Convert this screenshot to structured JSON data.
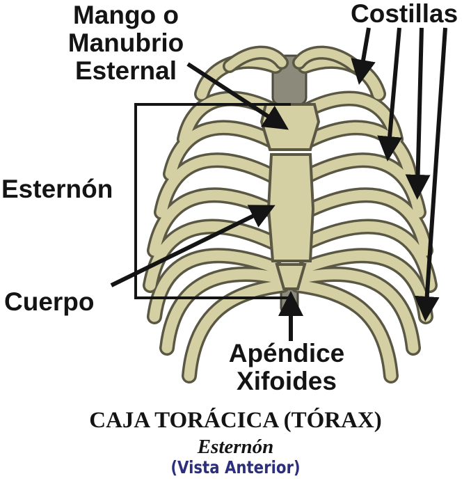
{
  "labels": {
    "manubrium": [
      "Mango o",
      "Manubrio",
      "Esternal"
    ],
    "ribs": "Costillas",
    "sternum": "Esternón",
    "body": "Cuerpo",
    "xiphoid": [
      "Apéndice",
      "Xifoides"
    ]
  },
  "caption": {
    "title": "CAJA TORÁCICA (TÓRAX)",
    "subtitle": "Esternón",
    "view": "(Vista Anterior)"
  },
  "colors": {
    "bone": "#d4d0a4",
    "bone_shadow": "#8a8868",
    "spine": "#8c8a7a",
    "ink": "#141414",
    "view_caption": "#2c2f7c"
  }
}
